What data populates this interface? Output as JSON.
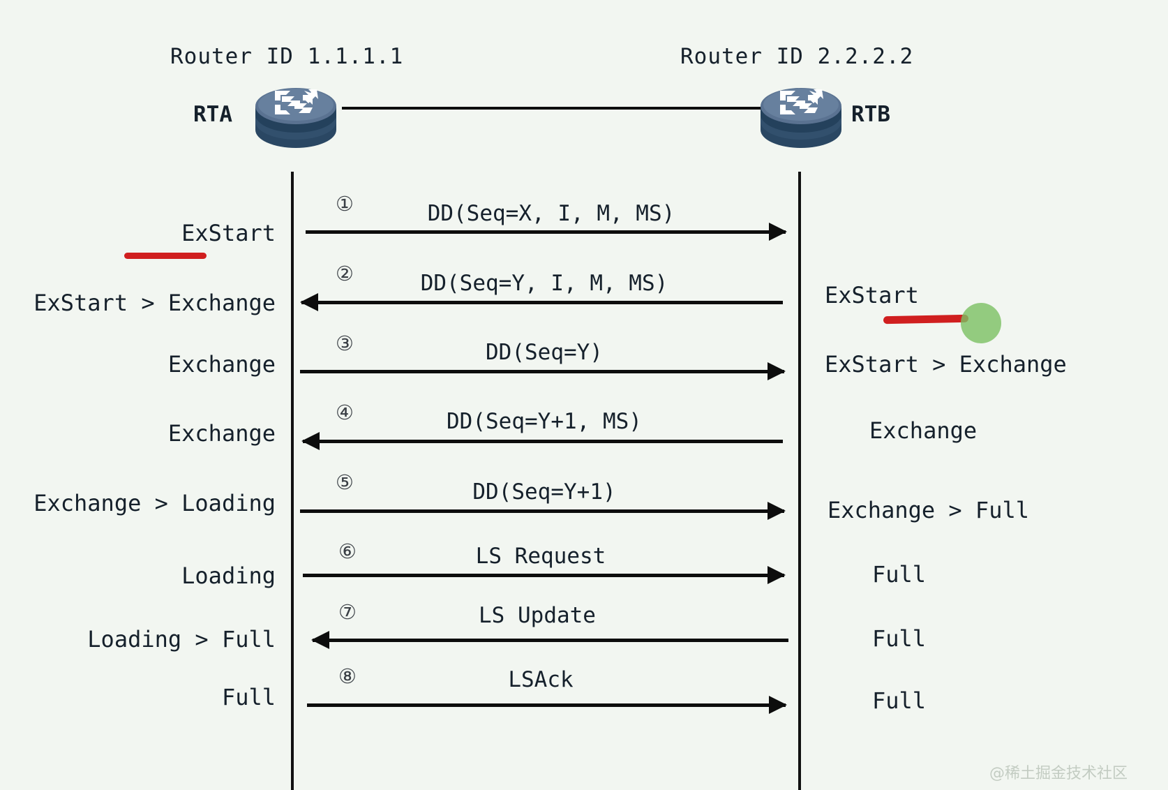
{
  "canvas": {
    "background": "#f2f6f1",
    "ink": "#15202b",
    "accent_red": "#d01f1f",
    "cursor_green": "#7ac063"
  },
  "routers": [
    {
      "id_label": "Router ID 1.1.1.1",
      "name": "RTA",
      "icon": "router-icon"
    },
    {
      "id_label": "Router ID 2.2.2.2",
      "name": "RTB",
      "icon": "router-icon"
    }
  ],
  "messages": [
    {
      "num": "①",
      "label": "DD(Seq=X, I, M, MS)",
      "direction": "right"
    },
    {
      "num": "②",
      "label": "DD(Seq=Y, I, M, MS)",
      "direction": "left"
    },
    {
      "num": "③",
      "label": "DD(Seq=Y)",
      "direction": "right"
    },
    {
      "num": "④",
      "label": "DD(Seq=Y+1, MS)",
      "direction": "left"
    },
    {
      "num": "⑤",
      "label": "DD(Seq=Y+1)",
      "direction": "right"
    },
    {
      "num": "⑥",
      "label": "LS Request",
      "direction": "right"
    },
    {
      "num": "⑦",
      "label": "LS Update",
      "direction": "left"
    },
    {
      "num": "⑧",
      "label": "LSAck",
      "direction": "right"
    }
  ],
  "left_states": [
    "ExStart",
    "ExStart > Exchange",
    "Exchange",
    "Exchange",
    "Exchange > Loading",
    "Loading",
    "Loading > Full",
    "Full"
  ],
  "right_states": [
    "ExStart",
    "ExStart > Exchange",
    "Exchange",
    "Exchange > Full",
    "Full",
    "Full",
    "Full"
  ],
  "annotations": {
    "left_underline_target": "ExStart",
    "right_underline_target": "ExStart"
  },
  "watermark": "@稀土掘金技术社区"
}
